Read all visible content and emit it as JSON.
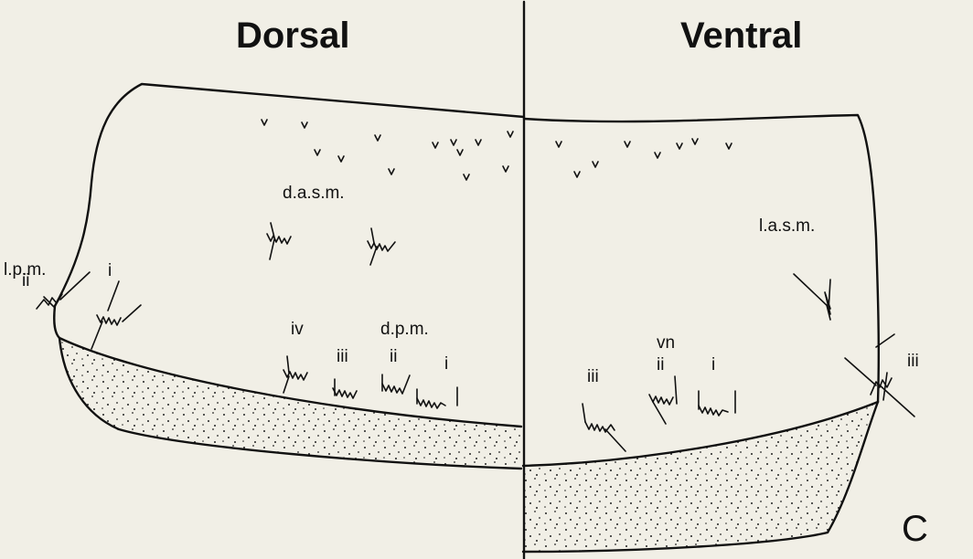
{
  "headings": {
    "dorsal": "Dorsal",
    "ventral": "Ventral"
  },
  "panel_letter": "C",
  "labels": {
    "lpm": "l.p.m.",
    "lpm_ii": "ii",
    "lpm_i": "i",
    "dasm": "d.a.s.m.",
    "dpm": "d.p.m.",
    "dpm_iv": "iv",
    "dpm_iii": "iii",
    "dpm_ii": "ii",
    "dpm_i": "i",
    "lasm": "l.a.s.m.",
    "lasm_iii": "iii",
    "vn": "vn",
    "vn_iii": "iii",
    "vn_ii": "ii",
    "vn_i": "i"
  }
}
